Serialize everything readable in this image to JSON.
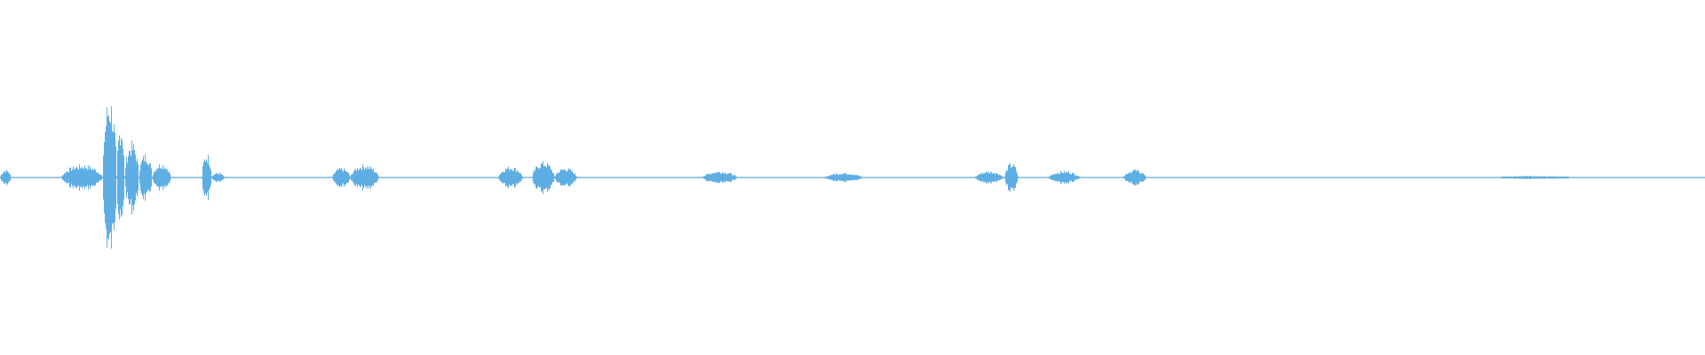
{
  "waveform": {
    "color": "#5FAEE3",
    "segments": [
      {
        "start": 0.0,
        "end": 0.006,
        "peak": 0.05
      },
      {
        "start": 0.036,
        "end": 0.06,
        "peak": 0.08
      },
      {
        "start": 0.06,
        "end": 0.068,
        "peak": 0.5
      },
      {
        "start": 0.068,
        "end": 0.073,
        "peak": 0.34
      },
      {
        "start": 0.073,
        "end": 0.081,
        "peak": 0.22
      },
      {
        "start": 0.081,
        "end": 0.089,
        "peak": 0.15
      },
      {
        "start": 0.089,
        "end": 0.1,
        "peak": 0.09
      },
      {
        "start": 0.118,
        "end": 0.124,
        "peak": 0.15
      },
      {
        "start": 0.124,
        "end": 0.131,
        "peak": 0.03
      },
      {
        "start": 0.195,
        "end": 0.205,
        "peak": 0.06
      },
      {
        "start": 0.205,
        "end": 0.222,
        "peak": 0.08
      },
      {
        "start": 0.292,
        "end": 0.306,
        "peak": 0.07
      },
      {
        "start": 0.312,
        "end": 0.325,
        "peak": 0.1
      },
      {
        "start": 0.325,
        "end": 0.338,
        "peak": 0.06
      },
      {
        "start": 0.412,
        "end": 0.432,
        "peak": 0.04
      },
      {
        "start": 0.484,
        "end": 0.505,
        "peak": 0.03
      },
      {
        "start": 0.572,
        "end": 0.588,
        "peak": 0.04
      },
      {
        "start": 0.589,
        "end": 0.597,
        "peak": 0.09
      },
      {
        "start": 0.615,
        "end": 0.633,
        "peak": 0.04
      },
      {
        "start": 0.659,
        "end": 0.672,
        "peak": 0.05
      },
      {
        "start": 0.88,
        "end": 0.92,
        "peak": 0.01
      }
    ]
  }
}
